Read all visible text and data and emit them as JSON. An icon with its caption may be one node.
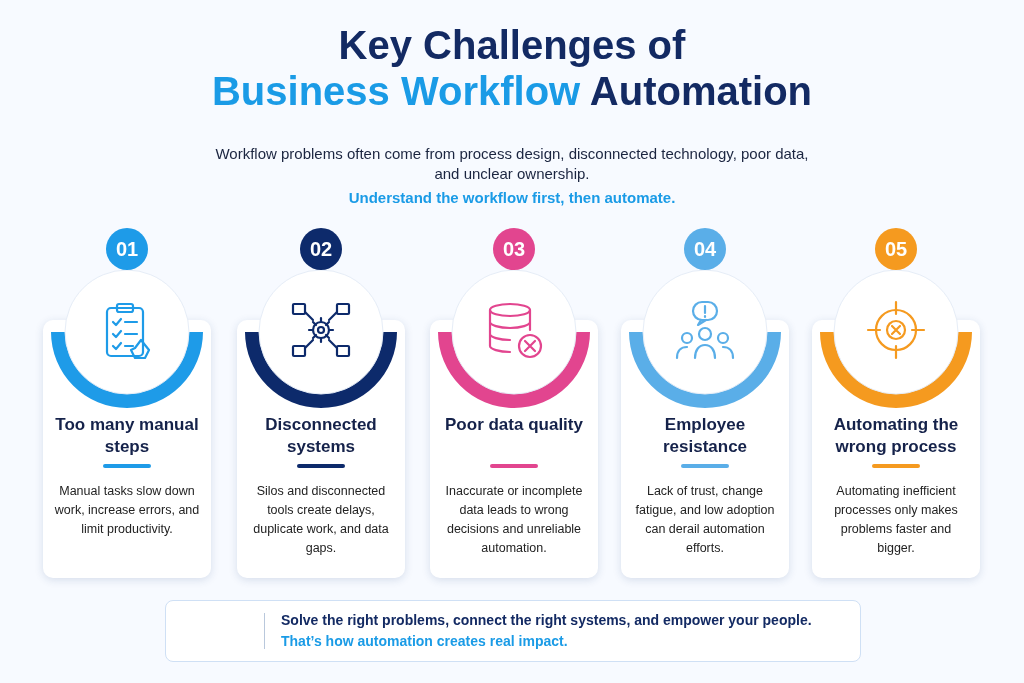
{
  "diagram": {
    "title": "Key Challenges of Business Workflow Automation",
    "nodes": [
      {
        "text": [
          "01",
          "Too many manual steps",
          "Manual tasks slow down work, increase errors, and limit productivity."
        ]
      },
      {
        "text": [
          "02",
          "Disconnected systems",
          "Silos and disconnected tools create delays, duplicate work, and data gaps."
        ]
      },
      {
        "text": [
          "03",
          "Poor data quality",
          "Inaccurate or incomplete data leads to wrong decisions and unreliable automation."
        ]
      },
      {
        "text": [
          "04",
          "Employee resistance",
          "Lack of trust, change fatigue, and low adoption can derail automation efforts."
        ]
      },
      {
        "text": [
          "05",
          "Automating the wrong process",
          "Automating inefficient processes only makes problems faster and bigger."
        ]
      },
      {
        "text": [
          "Solve the right problems, connect the right systems, and empower your people.",
          "That’s how automation creates real impact."
        ]
      }
    ],
    "edges": [],
    "labels": [
      "Workflow problems often come from process design, disconnected technology, poor data, and unclear ownership.",
      "Understand the workflow first, then automate."
    ]
  }
}
